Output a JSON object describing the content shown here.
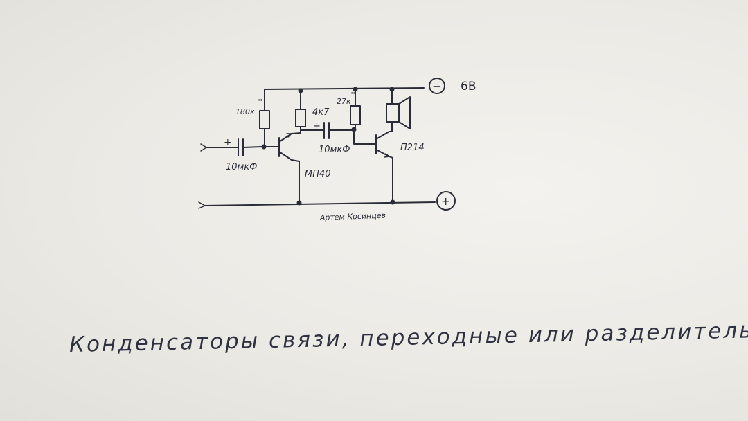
{
  "schematic": {
    "supply_voltage": "6В",
    "minus_terminal": "−",
    "plus_terminal": "+",
    "input_plus": "+",
    "coupling_plus": "+",
    "r1": "180к",
    "r1_mark": "*",
    "r2": "4к7",
    "r3": "27к",
    "r3_mark": "*",
    "c1": "10мкФ",
    "c2": "10мкФ",
    "t1": "МП40",
    "t2": "П214",
    "author": "Артем Косинцев"
  },
  "caption": "Конденсаторы  связи, переходные или разделительные"
}
